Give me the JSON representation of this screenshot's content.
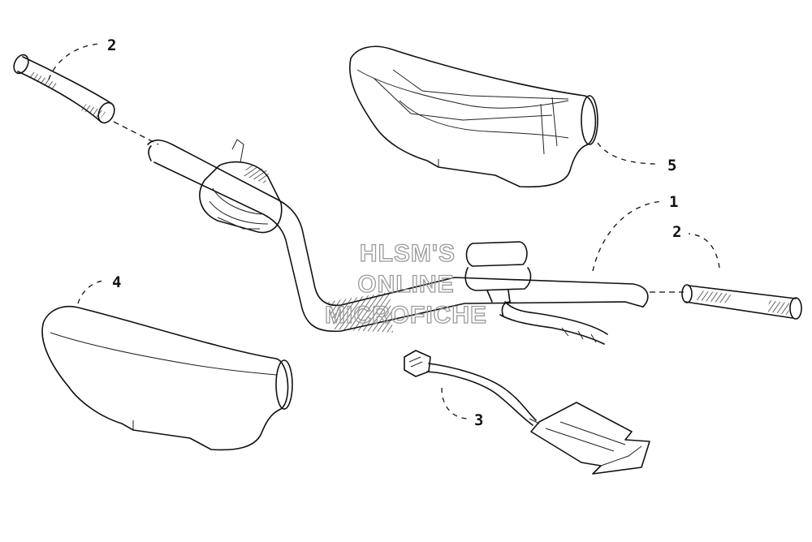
{
  "callouts": {
    "handlebar": "1",
    "grip_left": "2",
    "grip_right": "2",
    "wiring_harness": "3",
    "handguard_left": "4",
    "handguard_right": "5"
  },
  "watermark": {
    "line1": "HLSM'S",
    "line2": "ONLINE",
    "line3": "MICROFICHE"
  }
}
